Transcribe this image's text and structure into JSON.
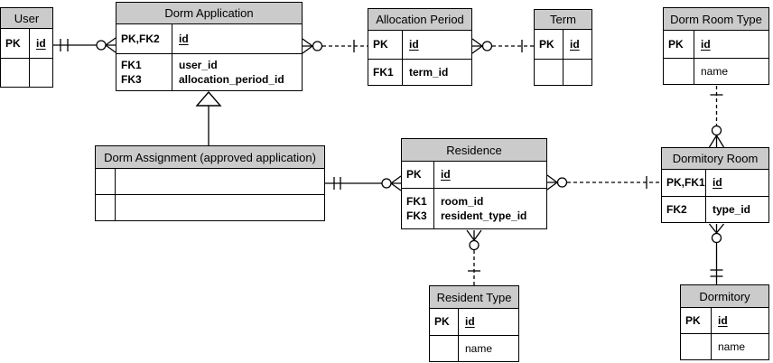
{
  "colors": {
    "header_fill": "#cbcbcb",
    "line": "#000000",
    "background": "#ffffff"
  },
  "entities": {
    "user": {
      "title": "User",
      "pk": {
        "key": "PK",
        "attr": "id"
      }
    },
    "dorm_application": {
      "title": "Dorm Application",
      "pk": {
        "key": "PK,FK2",
        "attr": "id"
      },
      "fks": [
        {
          "key": "FK1",
          "attr": "user_id"
        },
        {
          "key": "FK3",
          "attr": "allocation_period_id"
        }
      ]
    },
    "allocation_period": {
      "title": "Allocation Period",
      "pk": {
        "key": "PK",
        "attr": "id"
      },
      "fks": [
        {
          "key": "FK1",
          "attr": "term_id"
        }
      ]
    },
    "term": {
      "title": "Term",
      "pk": {
        "key": "PK",
        "attr": "id"
      }
    },
    "dorm_room_type": {
      "title": "Dorm Room Type",
      "pk": {
        "key": "PK",
        "attr": "id"
      },
      "attrs": [
        "name"
      ]
    },
    "dorm_assignment": {
      "title": "Dorm Assignment (approved application)"
    },
    "residence": {
      "title": "Residence",
      "pk": {
        "key": "PK",
        "attr": "id"
      },
      "fks": [
        {
          "key": "FK1",
          "attr": "room_id"
        },
        {
          "key": "FK3",
          "attr": "resident_type_id"
        }
      ]
    },
    "dormitory_room": {
      "title": "Dormitory Room",
      "pk": {
        "key": "PK,FK1",
        "attr": "id"
      },
      "fks": [
        {
          "key": "FK2",
          "attr": "type_id"
        }
      ]
    },
    "resident_type": {
      "title": "Resident Type",
      "pk": {
        "key": "PK",
        "attr": "id"
      },
      "attrs": [
        "name"
      ]
    },
    "dormitory": {
      "title": "Dormitory",
      "pk": {
        "key": "PK",
        "attr": "id"
      },
      "attrs": [
        "name"
      ]
    }
  },
  "relationships": [
    {
      "from": "User",
      "to": "Dorm Application",
      "from_cardinality": "one-and-only-one",
      "to_cardinality": "zero-or-many",
      "line": "solid"
    },
    {
      "from": "Allocation Period",
      "to": "Dorm Application",
      "from_cardinality": "one",
      "to_cardinality": "zero-or-many",
      "line": "dashed"
    },
    {
      "from": "Term",
      "to": "Allocation Period",
      "from_cardinality": "one",
      "to_cardinality": "zero-or-many",
      "line": "dashed"
    },
    {
      "from": "Dorm Room Type",
      "to": "Dormitory Room",
      "from_cardinality": "one",
      "to_cardinality": "zero-or-many",
      "line": "dashed"
    },
    {
      "from": "Dorm Assignment (approved application)",
      "to": "Residence",
      "from_cardinality": "one-and-only-one",
      "to_cardinality": "zero-or-many",
      "line": "solid"
    },
    {
      "from": "Dormitory Room",
      "to": "Residence",
      "from_cardinality": "one",
      "to_cardinality": "zero-or-many",
      "line": "dashed"
    },
    {
      "from": "Resident Type",
      "to": "Residence",
      "from_cardinality": "one",
      "to_cardinality": "zero-or-many",
      "line": "dashed"
    },
    {
      "from": "Dormitory",
      "to": "Dormitory Room",
      "from_cardinality": "one-and-only-one",
      "to_cardinality": "zero-or-many",
      "line": "solid"
    },
    {
      "type": "inheritance",
      "parent": "Dorm Application",
      "child": "Dorm Assignment (approved application)"
    }
  ]
}
